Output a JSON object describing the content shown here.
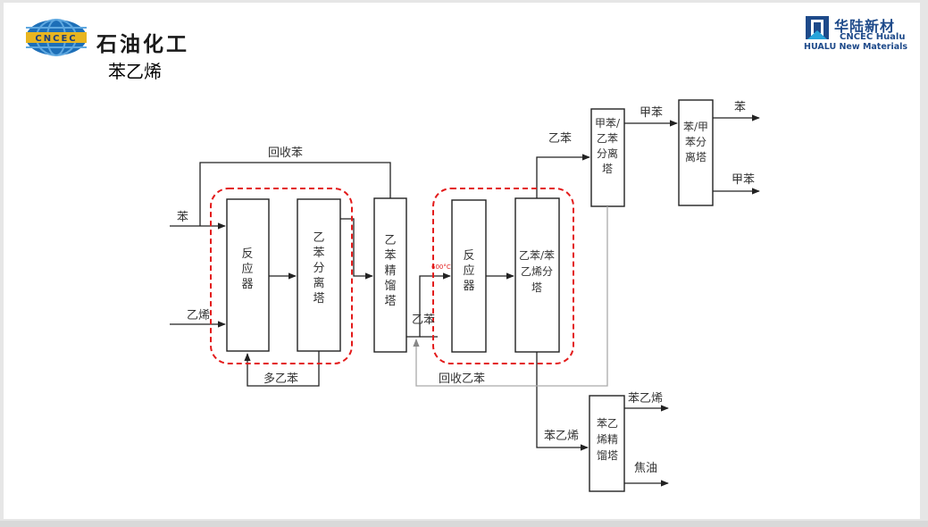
{
  "header": {
    "brand_badge": "CNCEC",
    "brand_name": "石油化工",
    "title": "苯乙烯",
    "partner_logo": {
      "chinese": "华陆新材",
      "english_line1": "CNCEC Hualu",
      "english_line2": "HUALU New Materials"
    }
  },
  "colors": {
    "dashed_group": "#e31b1b",
    "line": "#222222",
    "recycle_line": "#aaaaaa",
    "logo_blue": "#1e4a8a",
    "logo_gold": "#e8b520"
  },
  "diagram": {
    "units": {
      "reactor1": "反\n应\n器",
      "ethylbenzene_separator": "乙\n苯\n分\n离\n塔",
      "ethylbenzene_rectifier": "乙\n苯\n精\n馏\n塔",
      "reactor2": "反\n应\n器",
      "eb_styrene_separator": "乙苯/苯\n乙烯分\n塔",
      "toluene_eb_separator": "甲苯/\n乙苯\n分离\n塔",
      "benzene_toluene_separator": "苯/甲\n苯分\n离塔",
      "styrene_rectifier": "苯乙\n烯精\n馏塔"
    },
    "streams": {
      "benzene_feed": "苯",
      "ethylene_feed": "乙烯",
      "recycle_benzene": "回收苯",
      "polyethylbenzene": "多乙苯",
      "ethylbenzene_mid": "乙苯",
      "temperature": "600°C",
      "ethylbenzene_top": "乙苯",
      "recycle_ethylbenzene": "回收乙苯",
      "toluene_mid": "甲苯",
      "benzene_out": "苯",
      "toluene_out": "甲苯",
      "styrene_feed": "苯乙烯",
      "styrene_out": "苯乙烯",
      "tar_out": "焦油"
    }
  }
}
